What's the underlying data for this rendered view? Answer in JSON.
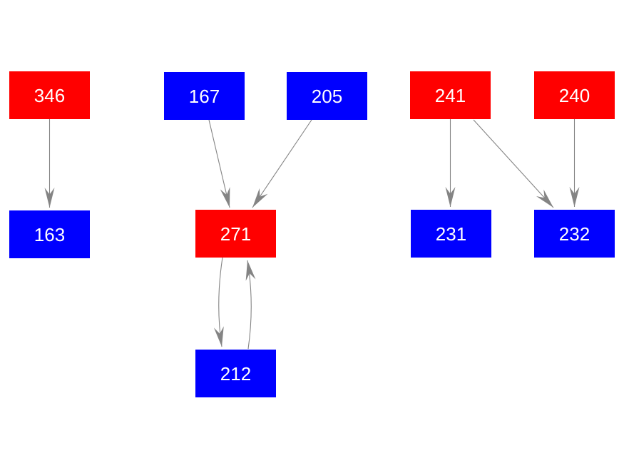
{
  "diagram": {
    "type": "directed-graph",
    "colors": {
      "background": "#ffffff",
      "node-red": "#ff0000",
      "node-blue": "#0000ff",
      "node-text": "#ffffff",
      "edge": "#848484"
    },
    "nodes": [
      {
        "id": "346",
        "label": "346",
        "color": "red"
      },
      {
        "id": "167",
        "label": "167",
        "color": "blue"
      },
      {
        "id": "205",
        "label": "205",
        "color": "blue"
      },
      {
        "id": "241",
        "label": "241",
        "color": "red"
      },
      {
        "id": "240",
        "label": "240",
        "color": "red"
      },
      {
        "id": "163",
        "label": "163",
        "color": "blue"
      },
      {
        "id": "271",
        "label": "271",
        "color": "red"
      },
      {
        "id": "231",
        "label": "231",
        "color": "blue"
      },
      {
        "id": "232",
        "label": "232",
        "color": "blue"
      },
      {
        "id": "212",
        "label": "212",
        "color": "blue"
      }
    ],
    "edges": [
      {
        "from": "346",
        "to": "163"
      },
      {
        "from": "167",
        "to": "271"
      },
      {
        "from": "205",
        "to": "271"
      },
      {
        "from": "271",
        "to": "212"
      },
      {
        "from": "212",
        "to": "271"
      },
      {
        "from": "241",
        "to": "231"
      },
      {
        "from": "241",
        "to": "232"
      },
      {
        "from": "240",
        "to": "232"
      }
    ]
  }
}
